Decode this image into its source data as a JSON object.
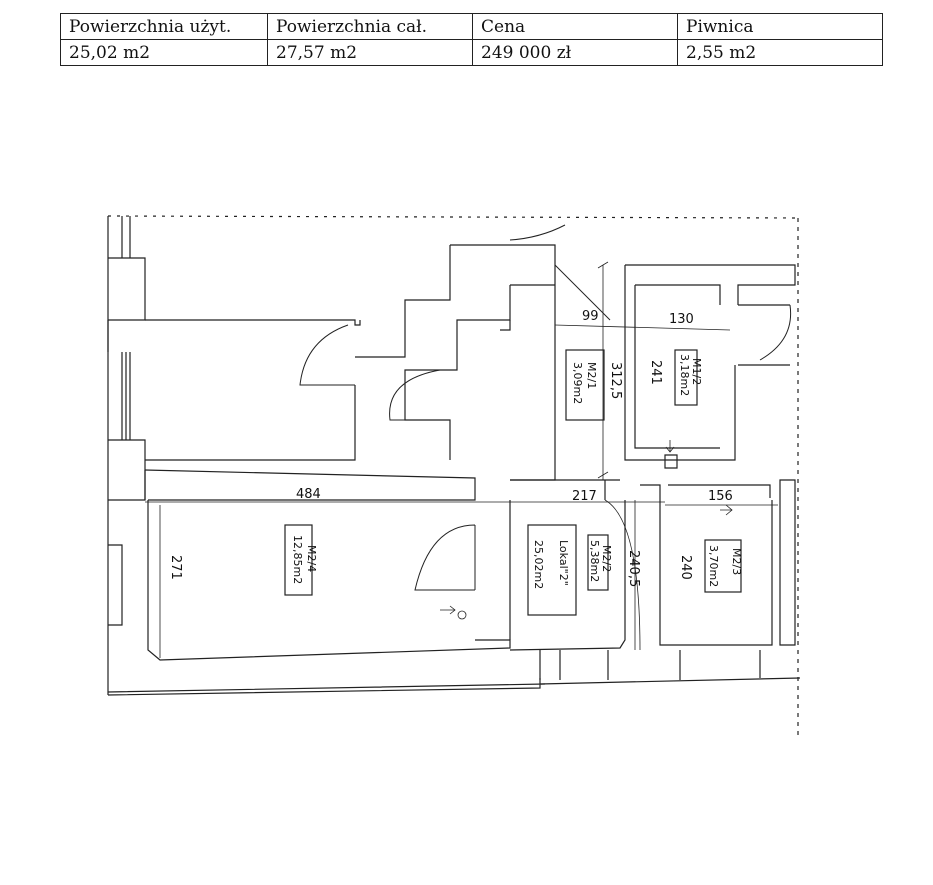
{
  "table": {
    "headers": [
      "Powierzchnia użyt.",
      "Powierzchnia cał.",
      "Cena",
      "Piwnica"
    ],
    "values": [
      "25,02 m2",
      "27,57 m2",
      "249 000 zł",
      "2,55 m2"
    ]
  },
  "plan": {
    "dimensions": {
      "d99": "99",
      "d130": "130",
      "d3125": "312,5",
      "d241": "241",
      "d484": "484",
      "d217": "217",
      "d156": "156",
      "d271": "271",
      "d2405": "240,5",
      "d240": "240"
    },
    "rooms": {
      "m21_code": "M2/1",
      "m21_area": "3,09m2",
      "m12_code": "M1/2",
      "m12_area": "3,18m2",
      "m24_code": "M2/4",
      "m24_area": "12,85m2",
      "lokal_name": "Lokal\"2\"",
      "lokal_area": "25,02m2",
      "m22_code": "M2/2",
      "m22_area": "5,38m2",
      "m23_code": "M2/3",
      "m23_area": "3,70m2"
    }
  }
}
